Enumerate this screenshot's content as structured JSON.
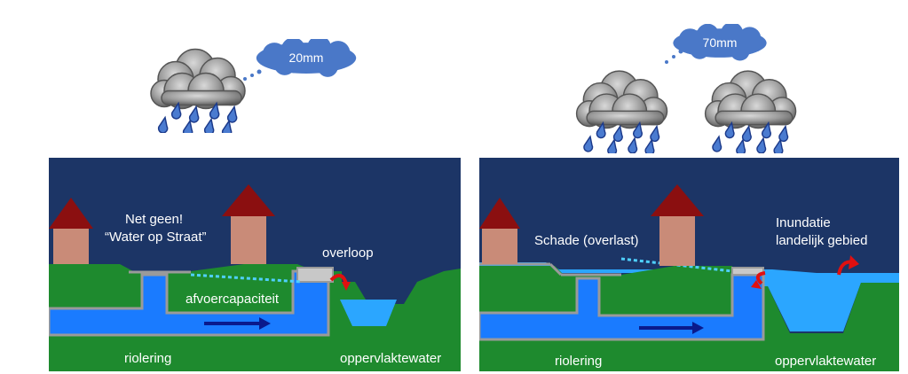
{
  "left": {
    "rain_amount": "20mm",
    "labels": {
      "status": "Net geen!",
      "status_quote": "“Water op Straat”",
      "overflow": "overloop",
      "capacity": "afvoercapaciteit",
      "sewer": "riolering",
      "surface_water": "oppervlaktewater"
    }
  },
  "right": {
    "rain_amount": "70mm",
    "labels": {
      "damage": "Schade (overlast)",
      "inundation_line1": "Inundatie",
      "inundation_line2": "landelijk gebied",
      "sewer": "riolering",
      "surface_water": "oppervlaktewater"
    }
  },
  "colors": {
    "sky": "#1c3566",
    "ground": "#1e8a2e",
    "water": "#1a7bff",
    "bright_water": "#2ba6ff",
    "pipe_wall": "#9a9a9a",
    "roof": "#8b0f10",
    "house": "#c98b78",
    "arrow": "#0a1a8c",
    "overflow_arrow": "#e01010",
    "bubble": "#4a78c8",
    "drop": "#2e5fb8"
  }
}
